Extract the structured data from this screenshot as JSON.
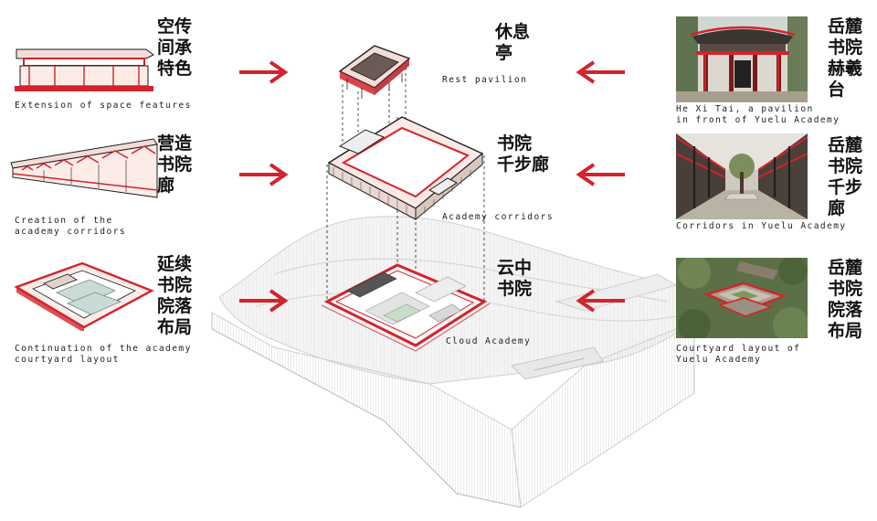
{
  "colors": {
    "accent": "#d3232b",
    "ink": "#1a1a1a",
    "ghost": "#c9c9c9"
  },
  "left_panels": [
    {
      "title_lines": [
        "空传",
        "间承",
        "特色"
      ],
      "caption_lines": [
        "Extension of space features"
      ]
    },
    {
      "title_lines": [
        "营造",
        "书院",
        "廊"
      ],
      "caption_lines": [
        "Creation of the",
        "academy corridors"
      ]
    },
    {
      "title_lines": [
        "延续",
        "书院",
        "院落",
        "布局"
      ],
      "caption_lines": [
        "Continuation of the academy",
        "courtyard layout"
      ]
    }
  ],
  "center_labels": [
    {
      "title_lines": [
        "休息",
        "亭"
      ],
      "caption": "Rest pavilion"
    },
    {
      "title_lines": [
        "书院",
        "千步廊"
      ],
      "caption": "Academy corridors"
    },
    {
      "title_lines": [
        "云中",
        "书院"
      ],
      "caption": "Cloud Academy"
    }
  ],
  "right_panels": [
    {
      "title_lines": [
        "岳麓",
        "书院",
        "赫羲",
        "台"
      ],
      "caption_lines": [
        "He Xi Tai, a pavilion",
        "in front of Yuelu Academy"
      ]
    },
    {
      "title_lines": [
        "岳麓",
        "书院",
        "千步",
        "廊"
      ],
      "caption_lines": [
        "Corridors in Yuelu Academy"
      ]
    },
    {
      "title_lines": [
        "岳麓",
        "书院",
        "院落",
        "布局"
      ],
      "caption_lines": [
        "Courtyard layout of",
        "Yuelu Academy"
      ]
    }
  ]
}
